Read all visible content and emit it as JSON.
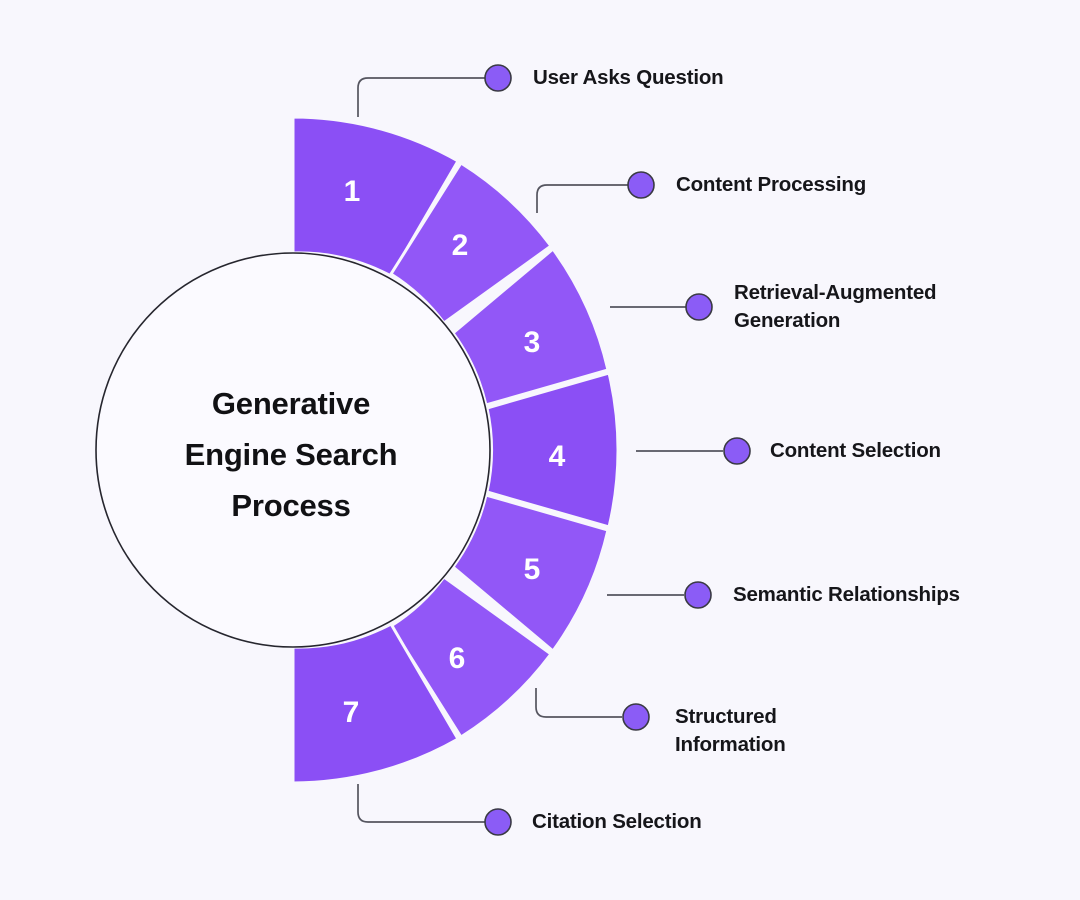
{
  "diagram": {
    "title_lines": [
      "Generative",
      "Engine Search",
      "Process"
    ],
    "title_full": "Generative Engine Search Process",
    "background_color": "#f8f7fd",
    "segment_color": "#8b4ff5",
    "segment_color_alt": "#9257f7",
    "dot_color": "#8b5cf6",
    "dot_border_color": "#3a3a44",
    "connector_color": "#55555f",
    "center_circle_fill": "#fbfaff",
    "center_circle_stroke": "#26262e",
    "number_color": "#ffffff"
  },
  "steps": [
    {
      "number": "1",
      "label": "User Asks Question"
    },
    {
      "number": "2",
      "label": "Content Processing"
    },
    {
      "number": "3",
      "label": "Retrieval-Augmented\nGeneration"
    },
    {
      "number": "4",
      "label": "Content Selection"
    },
    {
      "number": "5",
      "label": "Semantic Relationships"
    },
    {
      "number": "6",
      "label": "Structured\nInformation"
    },
    {
      "number": "7",
      "label": "Citation Selection"
    }
  ],
  "chart_data": {
    "type": "pie",
    "title": "Generative Engine Search Process",
    "legend_position": "right",
    "categories": [
      "User Asks Question",
      "Content Processing",
      "Retrieval-Augmented Generation",
      "Content Selection",
      "Semantic Relationships",
      "Structured Information",
      "Citation Selection"
    ],
    "values": [
      1,
      1,
      1,
      1,
      1,
      1,
      1
    ],
    "labels": [
      "1",
      "2",
      "3",
      "4",
      "5",
      "6",
      "7"
    ],
    "note": "Seven equal donut segments spanning a 180-degree right half-ring, numbered 1-7 clockwise from top."
  }
}
